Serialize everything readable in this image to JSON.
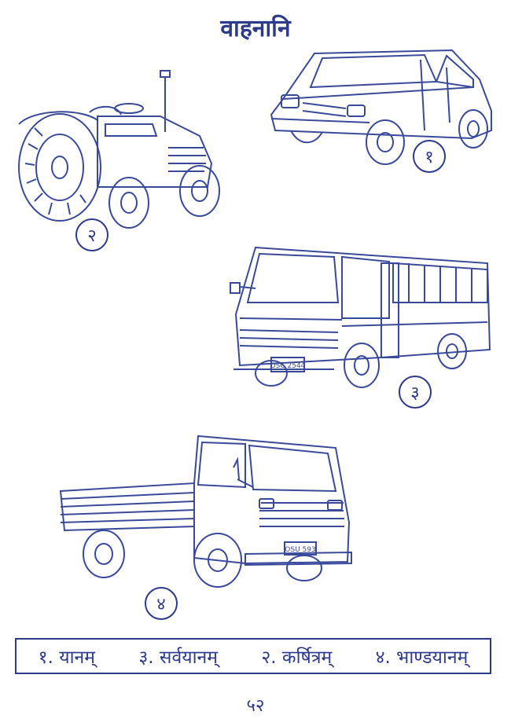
{
  "title": "वाहनानि",
  "vehicles": [
    {
      "number": "१",
      "icon": "car-icon"
    },
    {
      "number": "२",
      "icon": "tractor-icon"
    },
    {
      "number": "३",
      "icon": "bus-icon"
    },
    {
      "number": "४",
      "icon": "truck-icon"
    }
  ],
  "legend": {
    "items": [
      "१. यानम्",
      "३. सर्वयानम्",
      "२. कर्षित्रम्",
      "४. भाण्डयानम्"
    ]
  },
  "bus_plate": "OSC 2544",
  "truck_plate": "OSU 593",
  "page_number": "५२"
}
